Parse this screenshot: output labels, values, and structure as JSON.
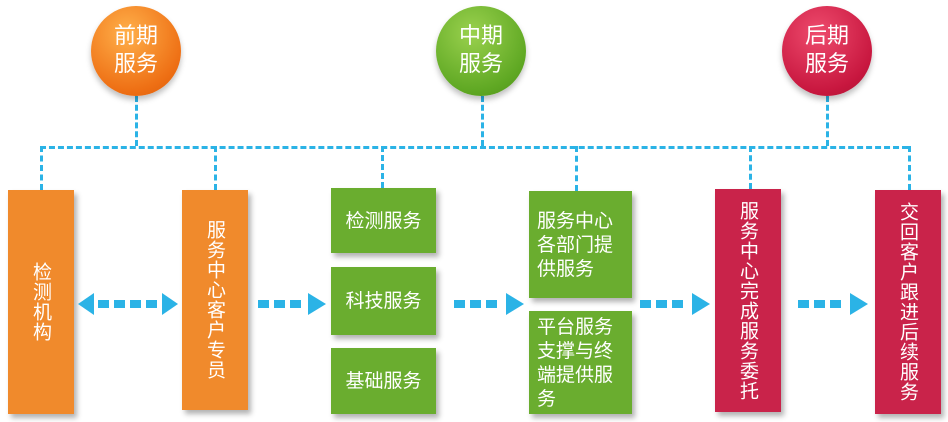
{
  "phases": {
    "early": [
      "前期",
      "服务"
    ],
    "middle": [
      "中期",
      "服务"
    ],
    "late": [
      "后期",
      "服务"
    ]
  },
  "boxes": {
    "testing_agency": "检测机构",
    "service_center_rep": "服务中心客户专员",
    "testing_service": "检测服务",
    "tech_service": "科技服务",
    "basic_service": "基础服务",
    "dept_service": "服务中心各部门提供服务",
    "platform_support": "平台服务支撑与终端提供服务",
    "commission_done": "服务中心完成服务委托",
    "follow_up": "交回客户跟进后续服务"
  },
  "colors": {
    "early": "#f08a2c",
    "middle": "#6aad2f",
    "late": "#c9234a",
    "connector": "#2bb3e6"
  }
}
